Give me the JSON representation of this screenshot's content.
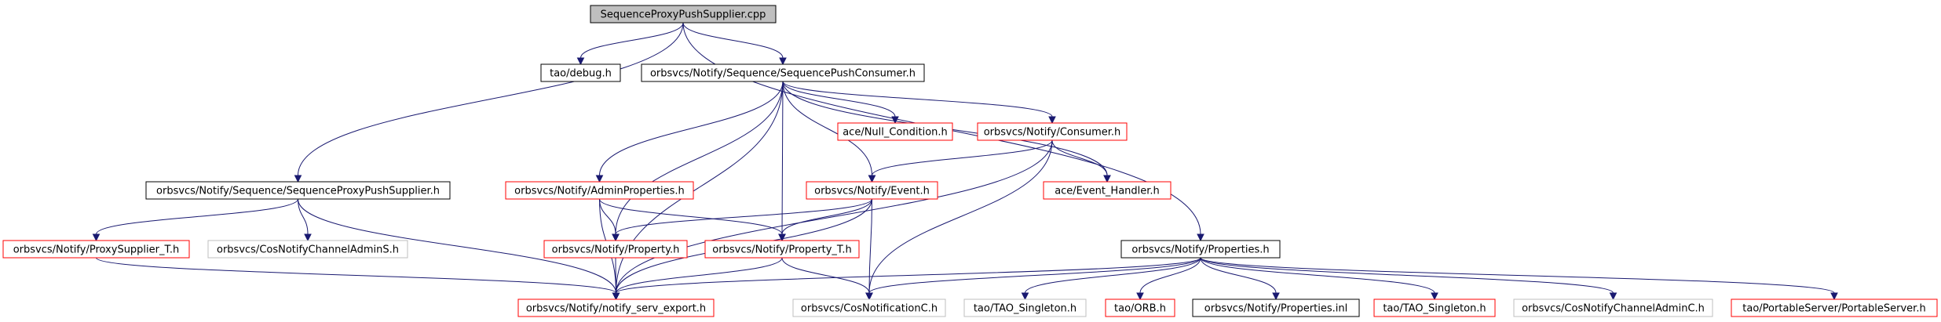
{
  "colors": {
    "root_fill": "#bfbfbf",
    "documented_border": "#000000",
    "undocumented_border": "#ff0000",
    "external_border": "#bfbfbf",
    "edge": "#191970"
  },
  "nodes": [
    {
      "id": "root",
      "label": "SequenceProxyPushSupplier.cpp",
      "kind": "root"
    },
    {
      "id": "tao_debug",
      "label": "tao/debug.h",
      "kind": "documented"
    },
    {
      "id": "seq_push_consumer",
      "label": "orbsvcs/Notify/Sequence/SequencePushConsumer.h",
      "kind": "documented"
    },
    {
      "id": "seq_proxy_push_supplier_h",
      "label": "orbsvcs/Notify/Sequence/SequenceProxyPushSupplier.h",
      "kind": "documented"
    },
    {
      "id": "null_condition",
      "label": "ace/Null_Condition.h",
      "kind": "undocumented"
    },
    {
      "id": "consumer",
      "label": "orbsvcs/Notify/Consumer.h",
      "kind": "undocumented"
    },
    {
      "id": "admin_properties",
      "label": "orbsvcs/Notify/AdminProperties.h",
      "kind": "undocumented"
    },
    {
      "id": "event",
      "label": "orbsvcs/Notify/Event.h",
      "kind": "undocumented"
    },
    {
      "id": "event_handler",
      "label": "ace/Event_Handler.h",
      "kind": "undocumented"
    },
    {
      "id": "properties_h",
      "label": "orbsvcs/Notify/Properties.h",
      "kind": "documented"
    },
    {
      "id": "proxy_supplier_t",
      "label": "orbsvcs/Notify/ProxySupplier_T.h",
      "kind": "undocumented"
    },
    {
      "id": "cos_channel_admin_s",
      "label": "orbsvcs/CosNotifyChannelAdminS.h",
      "kind": "external"
    },
    {
      "id": "property_h",
      "label": "orbsvcs/Notify/Property.h",
      "kind": "undocumented"
    },
    {
      "id": "property_t",
      "label": "orbsvcs/Notify/Property_T.h",
      "kind": "undocumented"
    },
    {
      "id": "notify_serv_export",
      "label": "orbsvcs/Notify/notify_serv_export.h",
      "kind": "undocumented"
    },
    {
      "id": "cos_notification_c",
      "label": "orbsvcs/CosNotificationC.h",
      "kind": "external"
    },
    {
      "id": "tao_singleton_ext",
      "label": "tao/TAO_Singleton.h",
      "kind": "external"
    },
    {
      "id": "tao_orb",
      "label": "tao/ORB.h",
      "kind": "undocumented"
    },
    {
      "id": "properties_inl",
      "label": "orbsvcs/Notify/Properties.inl",
      "kind": "documented"
    },
    {
      "id": "tao_singleton",
      "label": "tao/TAO_Singleton.h",
      "kind": "undocumented"
    },
    {
      "id": "cos_channel_admin_c",
      "label": "orbsvcs/CosNotifyChannelAdminC.h",
      "kind": "external"
    },
    {
      "id": "portable_server",
      "label": "tao/PortableServer/PortableServer.h",
      "kind": "undocumented"
    }
  ],
  "edges": [
    [
      "root",
      "tao_debug"
    ],
    [
      "root",
      "seq_push_consumer"
    ],
    [
      "root",
      "seq_proxy_push_supplier_h"
    ],
    [
      "root",
      "properties_h"
    ],
    [
      "seq_push_consumer",
      "null_condition"
    ],
    [
      "seq_push_consumer",
      "consumer"
    ],
    [
      "seq_push_consumer",
      "admin_properties"
    ],
    [
      "seq_push_consumer",
      "event"
    ],
    [
      "seq_push_consumer",
      "event_handler"
    ],
    [
      "seq_push_consumer",
      "property_h"
    ],
    [
      "seq_push_consumer",
      "property_t"
    ],
    [
      "seq_push_consumer",
      "notify_serv_export"
    ],
    [
      "seq_proxy_push_supplier_h",
      "proxy_supplier_t"
    ],
    [
      "seq_proxy_push_supplier_h",
      "cos_channel_admin_s"
    ],
    [
      "seq_proxy_push_supplier_h",
      "notify_serv_export"
    ],
    [
      "consumer",
      "event"
    ],
    [
      "consumer",
      "event_handler"
    ],
    [
      "consumer",
      "notify_serv_export"
    ],
    [
      "consumer",
      "cos_notification_c"
    ],
    [
      "admin_properties",
      "property_h"
    ],
    [
      "admin_properties",
      "property_t"
    ],
    [
      "admin_properties",
      "notify_serv_export"
    ],
    [
      "event",
      "property_h"
    ],
    [
      "event",
      "property_t"
    ],
    [
      "event",
      "notify_serv_export"
    ],
    [
      "event",
      "cos_notification_c"
    ],
    [
      "proxy_supplier_t",
      "notify_serv_export"
    ],
    [
      "property_h",
      "notify_serv_export"
    ],
    [
      "property_t",
      "notify_serv_export"
    ],
    [
      "property_t",
      "cos_notification_c"
    ],
    [
      "properties_h",
      "notify_serv_export"
    ],
    [
      "properties_h",
      "cos_notification_c"
    ],
    [
      "properties_h",
      "tao_singleton_ext"
    ],
    [
      "properties_h",
      "tao_orb"
    ],
    [
      "properties_h",
      "properties_inl"
    ],
    [
      "properties_h",
      "tao_singleton"
    ],
    [
      "properties_h",
      "cos_channel_admin_c"
    ],
    [
      "properties_h",
      "portable_server"
    ]
  ]
}
